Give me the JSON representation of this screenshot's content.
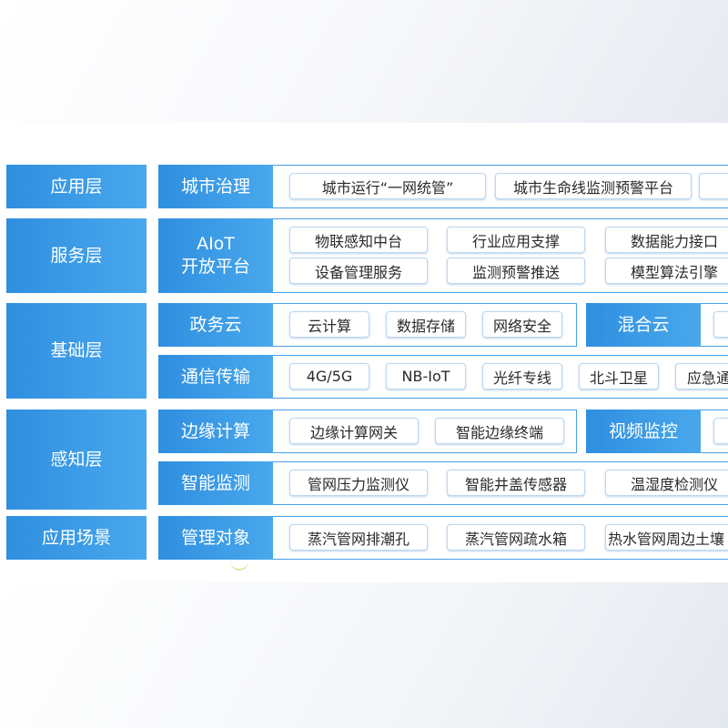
{
  "layers": [
    {
      "id": "application",
      "label": "应用层"
    },
    {
      "id": "service",
      "label": "服务层"
    },
    {
      "id": "foundation",
      "label": "基础层"
    },
    {
      "id": "perception",
      "label": "感知层"
    },
    {
      "id": "scenario",
      "label": "应用场景"
    }
  ],
  "categories": {
    "city_governance": "城市治理",
    "aiot_line1": "AIoT",
    "aiot_line2": "开放平台",
    "gov_cloud": "政务云",
    "hybrid_cloud": "混合云",
    "communication": "通信传输",
    "edge_computing": "边缘计算",
    "video_monitoring": "视频监控",
    "smart_monitoring": "智能监测",
    "managed_objects": "管理对象"
  },
  "items": {
    "city_governance": [
      "城市运行“一网统管”",
      "城市生命线监测预警平台",
      ""
    ],
    "aiot_row1": [
      "物联感知中台",
      "行业应用支撑",
      "数据能力接口"
    ],
    "aiot_row2": [
      "设备管理服务",
      "监测预警推送",
      "模型算法引擎"
    ],
    "gov_cloud": [
      "云计算",
      "数据存储",
      "网络安全"
    ],
    "communication": [
      "4G/5G",
      "NB-IoT",
      "光纤专线",
      "北斗卫星",
      "应急通"
    ],
    "edge_computing": [
      "边缘计算网关",
      "智能边缘终端"
    ],
    "smart_monitoring": [
      "管网压力监测仪",
      "智能井盖传感器",
      "温湿度检测仪"
    ],
    "managed_objects": [
      "蒸汽管网排潮孔",
      "蒸汽管网疏水箱",
      "热水管网周边土壤"
    ]
  },
  "colors": {
    "panel_blue_start": "#2f8fe0",
    "panel_blue_end": "#49a8ec",
    "border_blue": "#4aa0e6",
    "pill_border": "#bcd7ef"
  }
}
